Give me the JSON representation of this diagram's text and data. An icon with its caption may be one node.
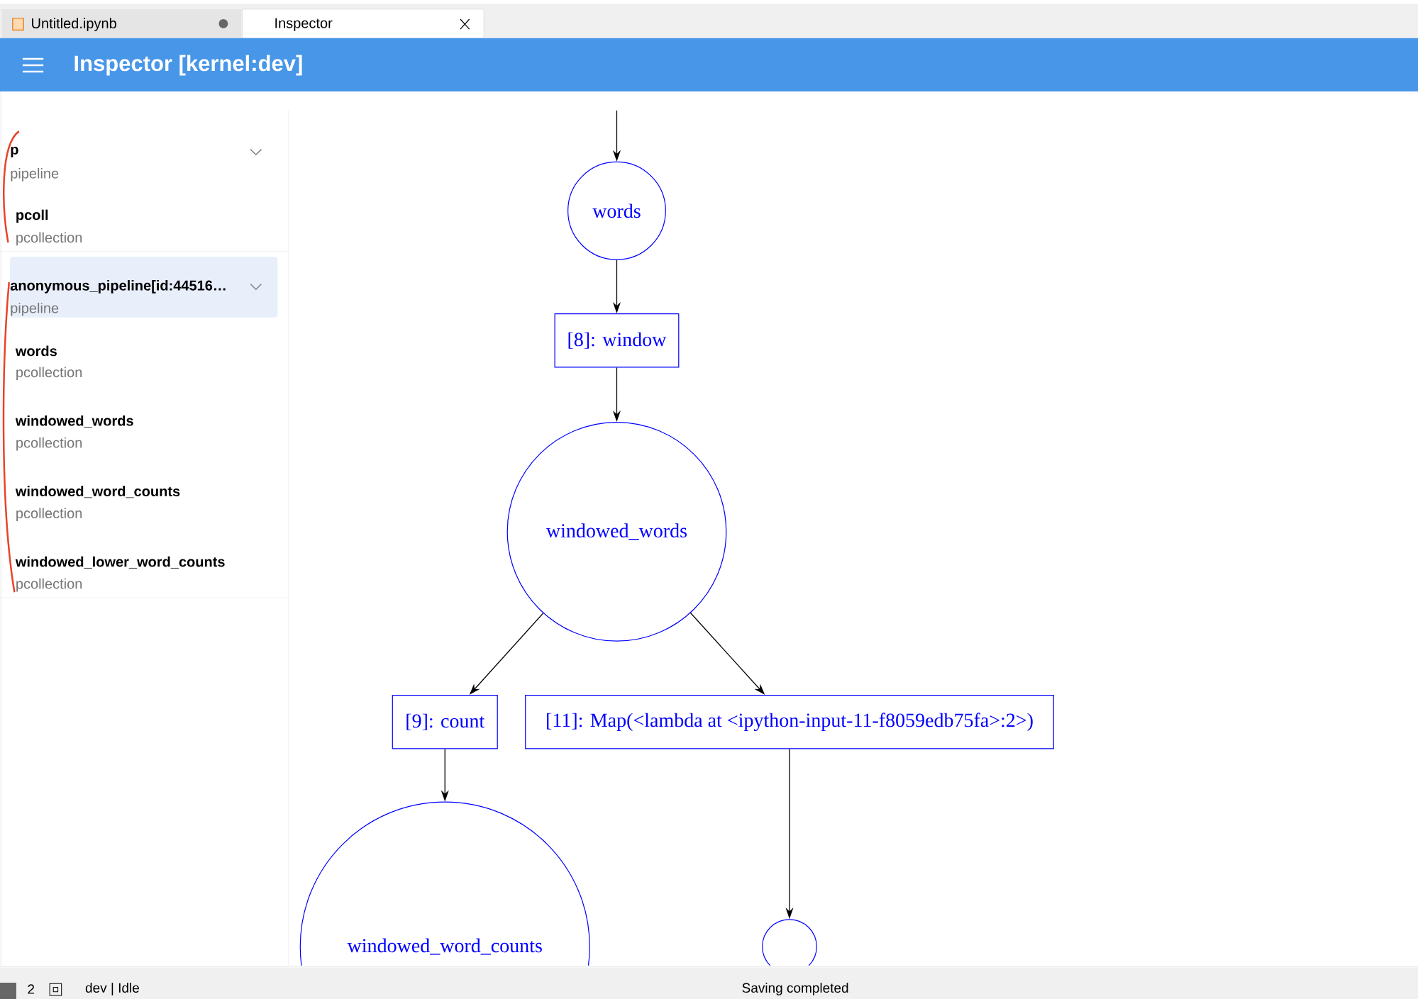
{
  "diagram": {
    "title": "Inspector [kernel:dev]",
    "nodes": [
      {
        "text": [
          "words"
        ]
      },
      {
        "text": [
          "[8]: window"
        ]
      },
      {
        "text": [
          "windowed_words"
        ]
      },
      {
        "text": [
          "[9]: count"
        ]
      },
      {
        "text": [
          "[11]: Map(<lambda at <ipython-input-11-f8059edb75fa>:2>)"
        ]
      },
      {
        "text": [
          "windowed_word_counts"
        ]
      },
      {
        "text": [],
        "shape": "circle"
      }
    ],
    "edges": [
      {
        "from": null,
        "to": 0,
        "arrow": "to"
      },
      {
        "from": 0,
        "to": 1,
        "arrow": "to"
      },
      {
        "from": 1,
        "to": 2,
        "arrow": "to"
      },
      {
        "from": 2,
        "to": 3,
        "arrow": "to"
      },
      {
        "from": 2,
        "to": 4,
        "arrow": "to"
      },
      {
        "from": 3,
        "to": 5,
        "arrow": "to"
      },
      {
        "from": 4,
        "to": 6,
        "arrow": "to"
      }
    ],
    "labels": [
      "Untitled.ipynb",
      "Inspector",
      "p",
      "pipeline",
      "pcoll",
      "pcollection",
      "anonymous_pipeline[id:44516…",
      "pipeline",
      "words",
      "pcollection",
      "windowed_words",
      "pcollection",
      "windowed_word_counts",
      "pcollection",
      "windowed_lower_word_counts",
      "pcollection",
      "2",
      "dev | Idle",
      "Saving completed"
    ]
  }
}
